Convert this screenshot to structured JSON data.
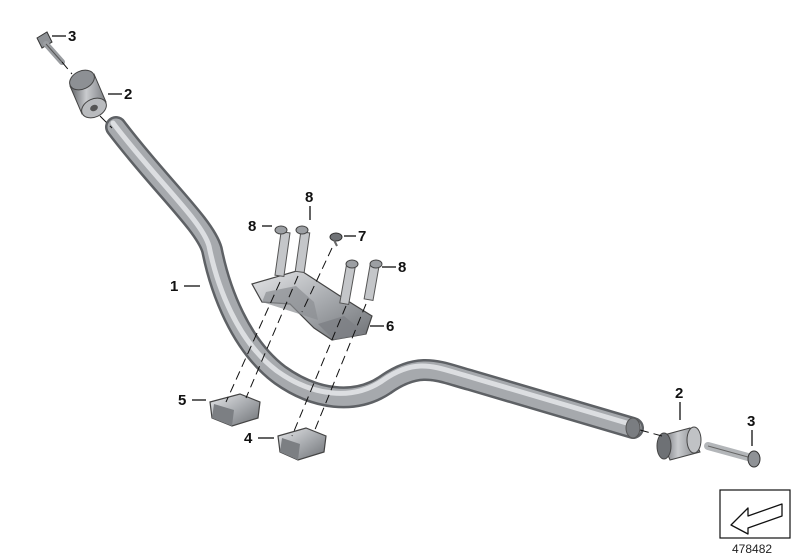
{
  "diagram": {
    "callouts": {
      "c1": "1",
      "c2_top": "2",
      "c2_right": "2",
      "c3_top": "3",
      "c3_right": "3",
      "c4": "4",
      "c5": "5",
      "c6": "6",
      "c7": "7",
      "c8_left": "8",
      "c8_top": "8",
      "c8_right": "8"
    },
    "reference_number": "478482",
    "colors": {
      "part_dark": "#7c7f84",
      "part_mid": "#a9acb1",
      "part_light": "#dfe1e4",
      "line": "#111111"
    }
  }
}
